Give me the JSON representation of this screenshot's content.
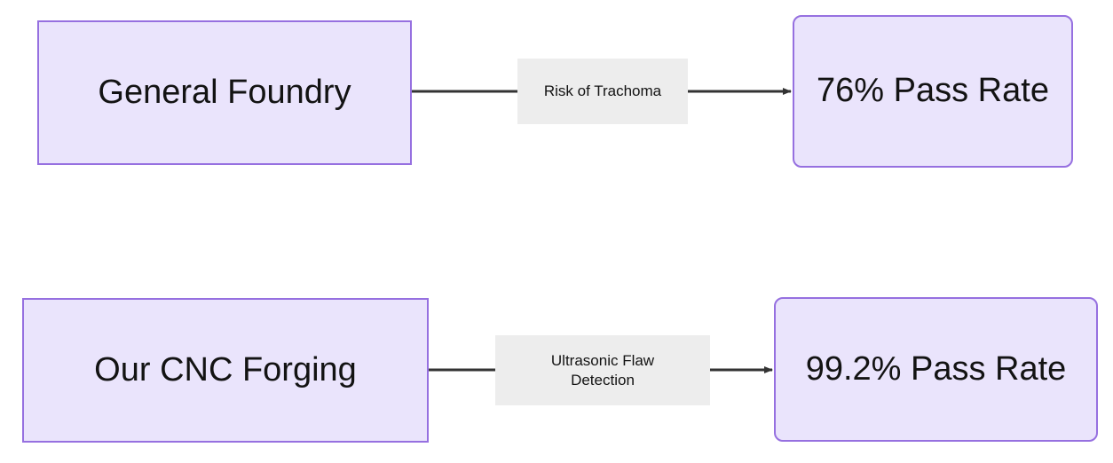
{
  "diagram": {
    "type": "flowchart",
    "direction": "left-to-right",
    "background": "#ffffff",
    "theme": {
      "node_fill": "#EAE4FC",
      "node_stroke": "#9670E0",
      "edge_stroke": "#333333",
      "edge_label_fill": "#EDEDED",
      "text_color": "#131313"
    },
    "nodes": [
      {
        "id": "general-foundry",
        "label": "General Foundry",
        "shape": "rectangle",
        "row": 1,
        "role": "source"
      },
      {
        "id": "pass-rate-76",
        "label": "76% Pass Rate",
        "shape": "rounded-rectangle",
        "row": 1,
        "role": "target"
      },
      {
        "id": "our-cnc-forging",
        "label": "Our CNC Forging",
        "shape": "rectangle",
        "row": 2,
        "role": "source"
      },
      {
        "id": "pass-rate-992",
        "label": "99.2% Pass Rate",
        "shape": "rounded-rectangle",
        "row": 2,
        "role": "target"
      }
    ],
    "edges": [
      {
        "id": "edge-1",
        "from": "general-foundry",
        "to": "pass-rate-76",
        "label": "Risk of Trachoma",
        "label_lines": [
          "Risk of Trachoma"
        ],
        "arrow": "filled-triangle"
      },
      {
        "id": "edge-2",
        "from": "our-cnc-forging",
        "to": "pass-rate-992",
        "label": "Ultrasonic Flaw Detection",
        "label_lines": [
          "Ultrasonic Flaw",
          "Detection"
        ],
        "arrow": "filled-triangle"
      }
    ]
  }
}
